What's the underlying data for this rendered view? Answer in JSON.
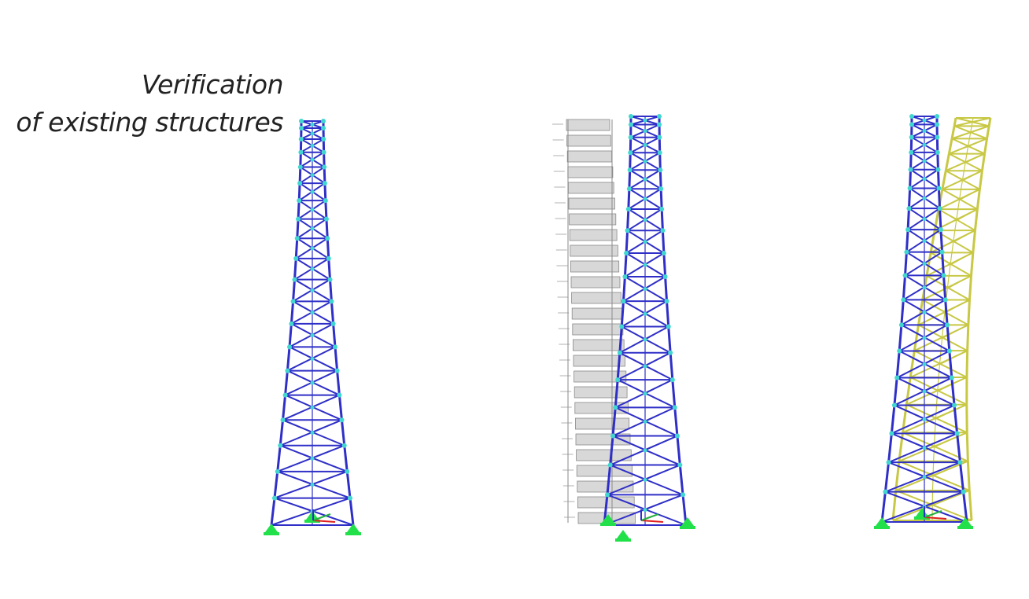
{
  "heading": {
    "line1": "Verification",
    "line2": "of existing structures"
  },
  "colors": {
    "member": "#2f2fc8",
    "node": "#3fd7d0",
    "support": "#22e04a",
    "load_diagram": "#8a8a8a",
    "deformed_shape": "#c8c845",
    "axis_x": "#e02020",
    "axis_y": "#22b040"
  },
  "views": [
    {
      "name": "structural-model",
      "content": "lattice tower model with supports"
    },
    {
      "name": "load-model",
      "content": "lattice tower with wind load diagram"
    },
    {
      "name": "deformation-result",
      "content": "lattice tower with deformed shape overlay"
    }
  ]
}
